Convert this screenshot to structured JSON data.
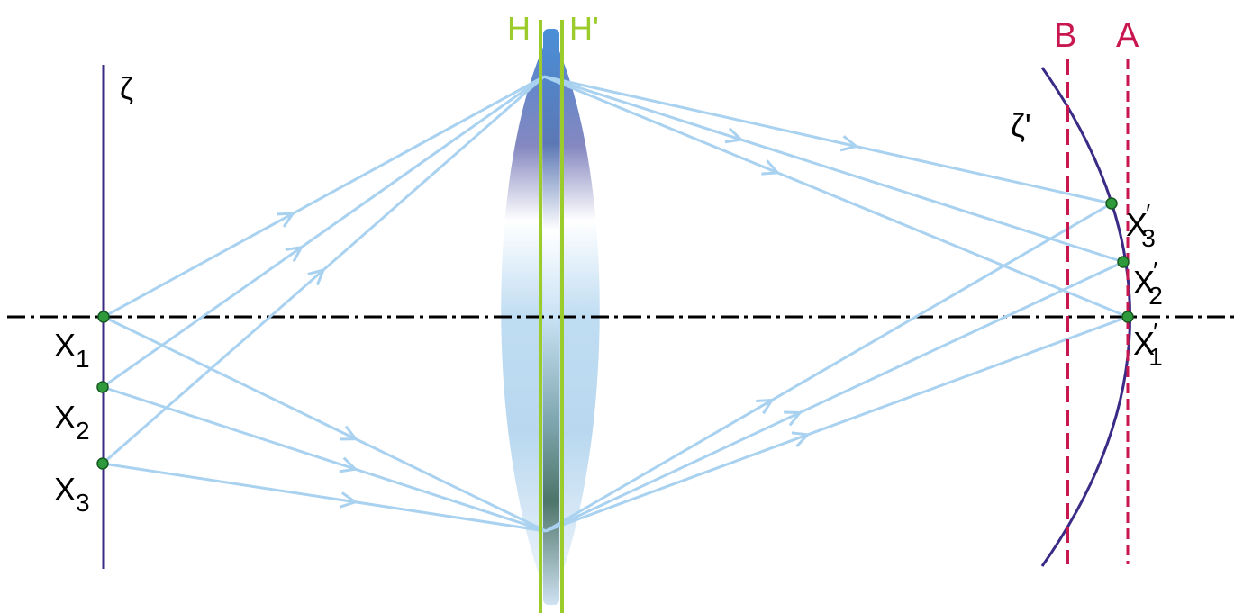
{
  "labels": {
    "object_plane": "ζ",
    "image_surface": "ζ'",
    "principal_plane_front": "H",
    "principal_plane_back": "H'",
    "plane_a": "A",
    "plane_b": "B"
  },
  "object_points": [
    {
      "letter": "X",
      "sub": "1"
    },
    {
      "letter": "X",
      "sub": "2"
    },
    {
      "letter": "X",
      "sub": "3"
    }
  ],
  "image_points": [
    {
      "letter": "X",
      "sub": "1",
      "prime": "′"
    },
    {
      "letter": "X",
      "sub": "2",
      "prime": "′"
    },
    {
      "letter": "X",
      "sub": "3",
      "prime": "′"
    }
  ],
  "colors": {
    "ray": "#a9d1f0",
    "surface": "#3b2a86",
    "principal_plane": "#9ccc2c",
    "dashed_plane": "#c8174f",
    "point_fill": "#2e9a3c",
    "point_stroke": "#16591f",
    "axis": "#000000",
    "text": "#000000"
  }
}
